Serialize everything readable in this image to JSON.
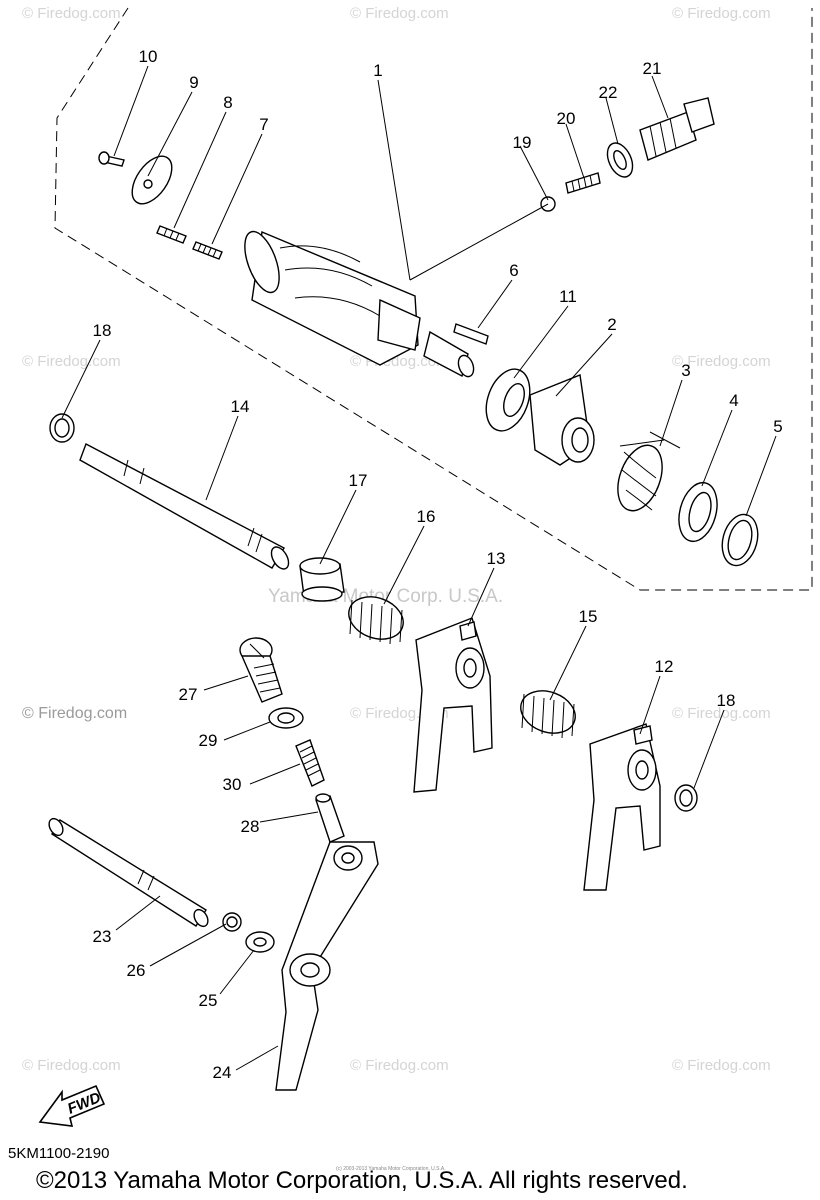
{
  "watermarks": {
    "firedog": "© Firedog.com",
    "center": "Yamaha Motor Corp. U.S.A.",
    "tiny": "(c) 2003-2013 Yamaha Motor Corporation, U.S.A."
  },
  "callouts": [
    "1",
    "2",
    "3",
    "4",
    "5",
    "6",
    "7",
    "8",
    "9",
    "10",
    "11",
    "12",
    "13",
    "14",
    "15",
    "16",
    "17",
    "18",
    "18",
    "19",
    "20",
    "21",
    "22",
    "23",
    "24",
    "25",
    "26",
    "27",
    "28",
    "29",
    "30"
  ],
  "fwd_label": "FWD",
  "diagram_code": "5KM1100-2190",
  "copyright": "©2013 Yamaha Motor Corporation, U.S.A. All rights reserved."
}
